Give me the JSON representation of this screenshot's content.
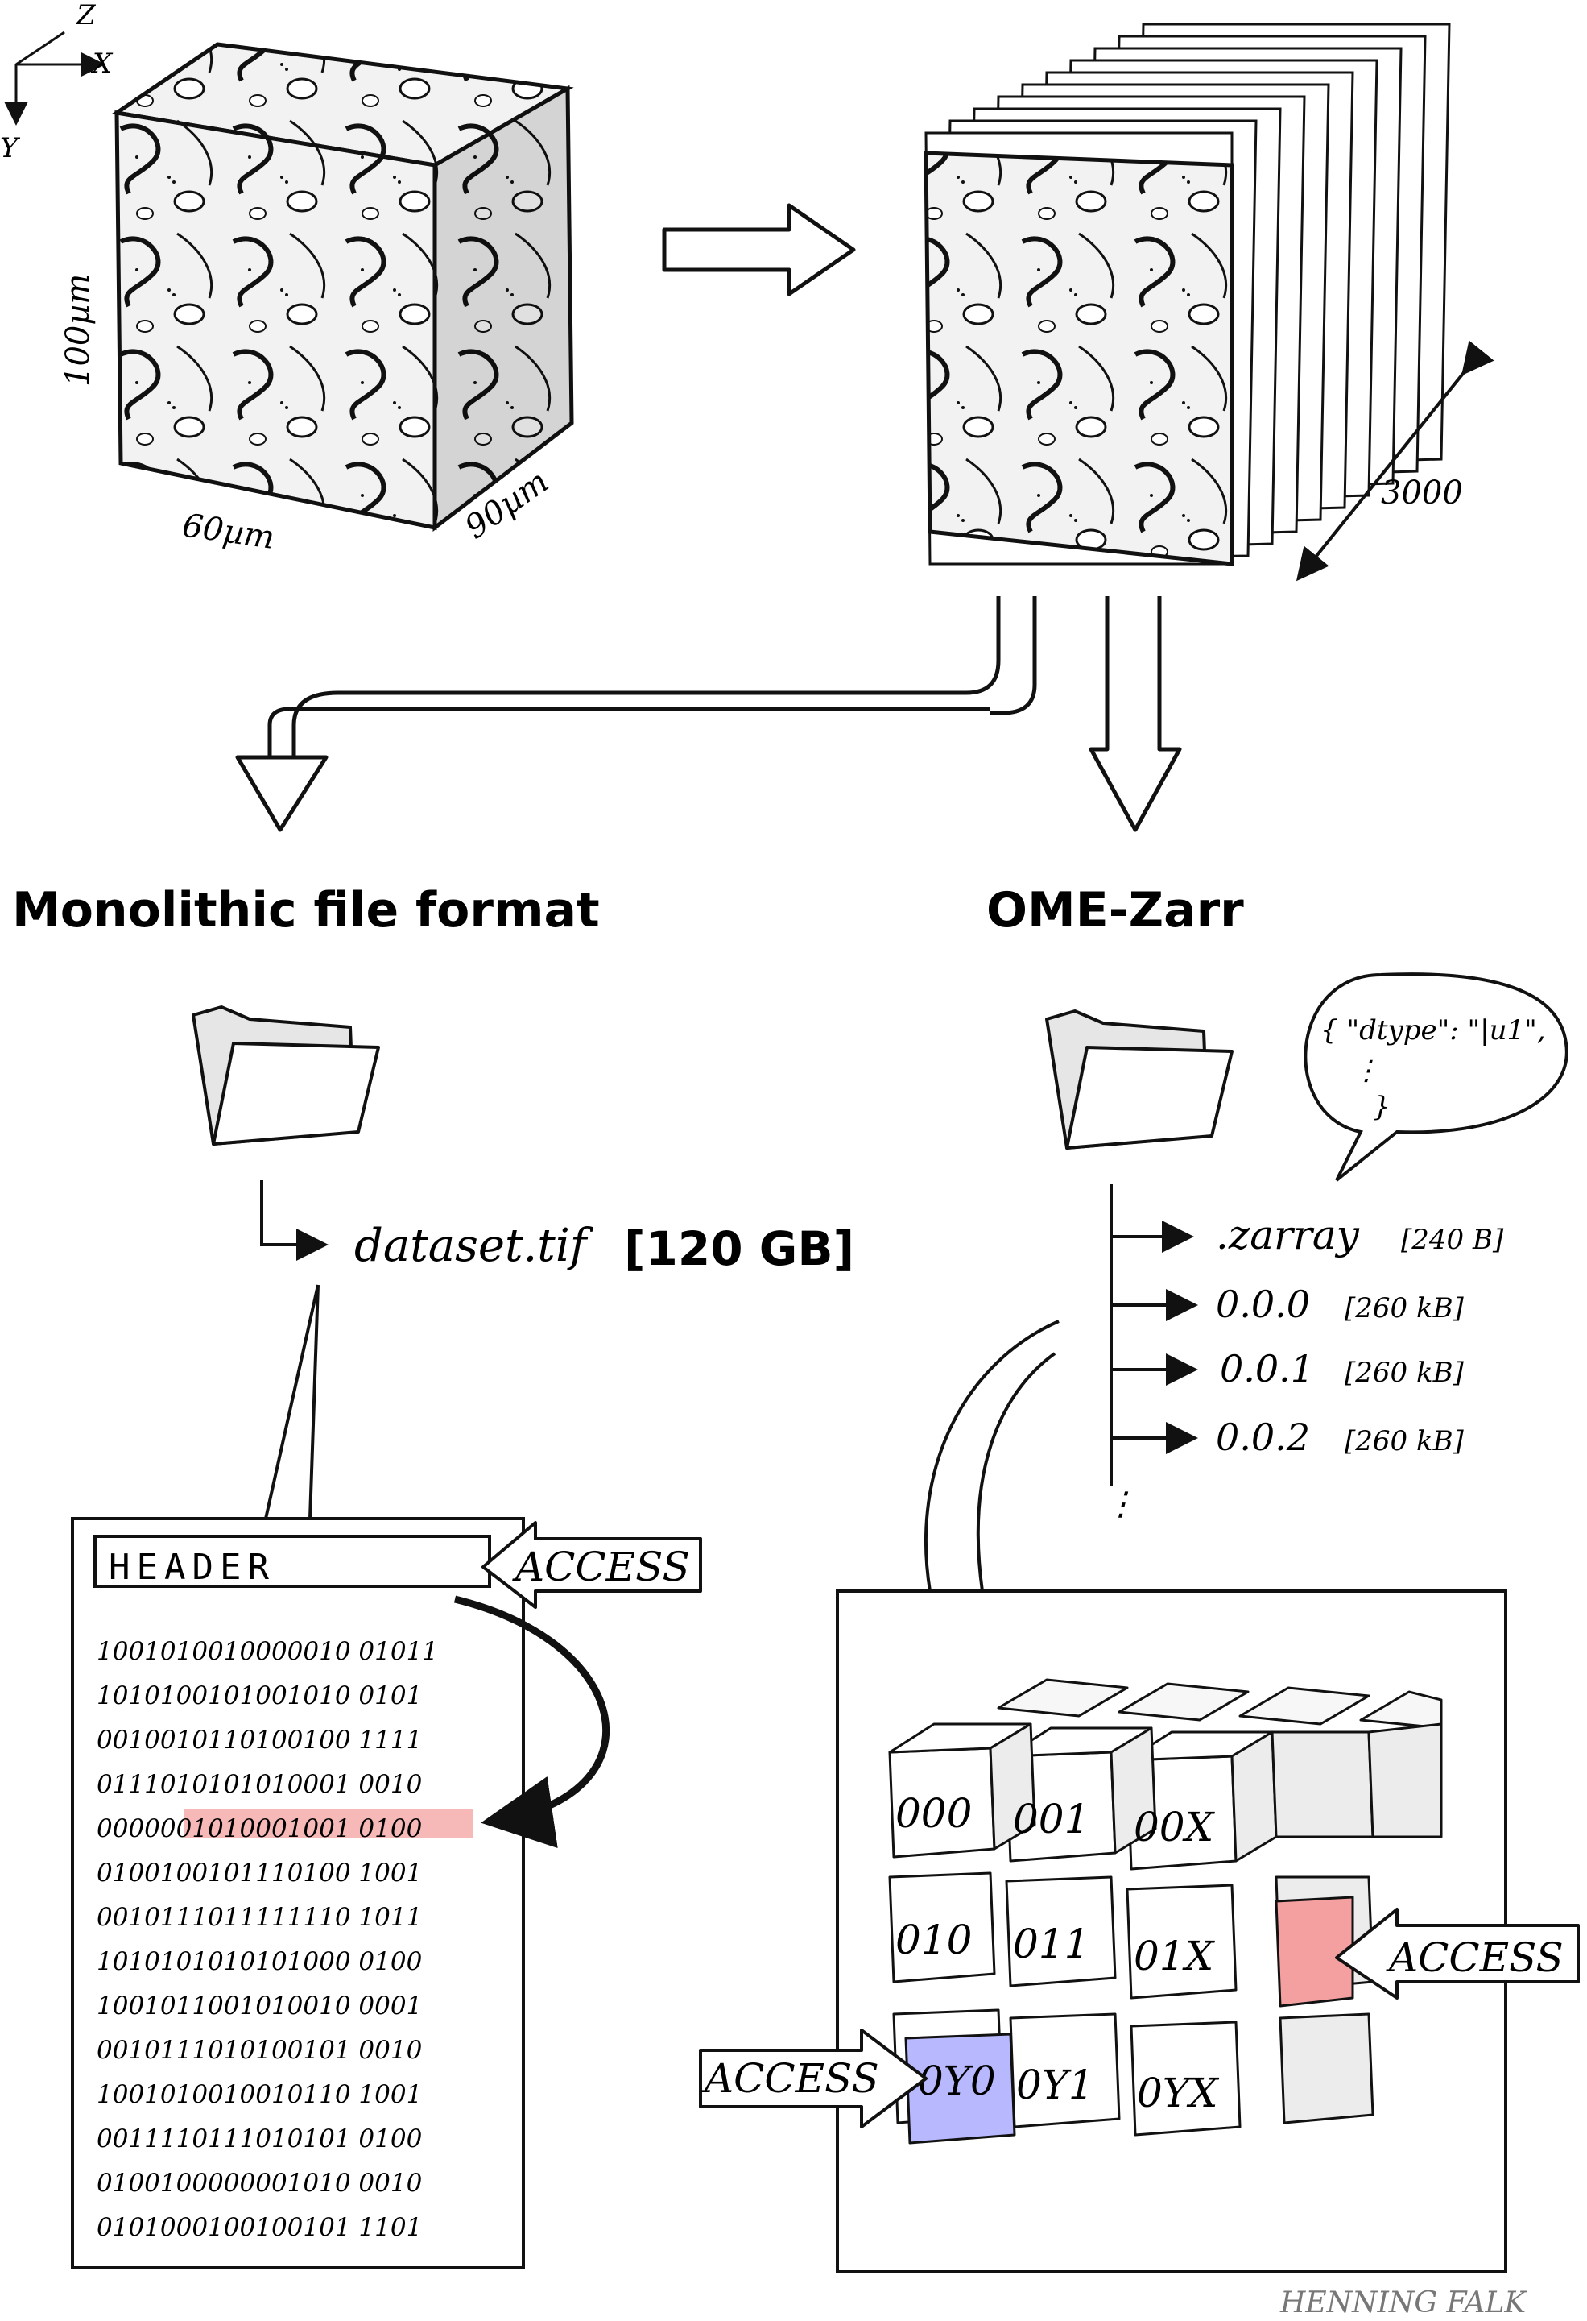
{
  "axes": {
    "z": "Z",
    "x": "X",
    "y": "Y"
  },
  "volume": {
    "height": "100µm",
    "width": "60µm",
    "depth": "90µm"
  },
  "stack": {
    "slices": "3000"
  },
  "monolithic": {
    "title": "Monolithic file format",
    "file_name": "dataset.tif",
    "file_size": "[120 GB]",
    "header_label": "HEADER",
    "access_label": "ACCESS",
    "binary_rows": [
      "1001010010000010 01011",
      "1010100101001010 0101",
      "0010010110100100 1111",
      "0111010101010001 0010",
      "0000001010001001 0100",
      "0100100101110100 1001",
      "0010111011111110 1011",
      "1010101010101000 0100",
      "1001011001010010 0001",
      "0010111010100101 0010",
      "1001010010010110 1001",
      "0011110111010101 0100",
      "0100100000001010 0010",
      "0101000100100101 1101"
    ]
  },
  "zarr": {
    "title": "OME-Zarr",
    "metadata_bubble": "{ \"dtype\": \"|u1\",",
    "metadata_dots": "⋮",
    "metadata_close": "}",
    "files": [
      {
        "name": ".zarray",
        "size": "[240 B]"
      },
      {
        "name": "0.0.0",
        "size": "[260 kB]"
      },
      {
        "name": "0.0.1",
        "size": "[260 kB]"
      },
      {
        "name": "0.0.2",
        "size": "[260 kB]"
      }
    ],
    "more": "⋮",
    "chunks": [
      "000",
      "001",
      "00X",
      "010",
      "011",
      "01X",
      "0Y0",
      "0Y1",
      "0YX"
    ],
    "access_right": "ACCESS",
    "access_left": "ACCESS"
  },
  "signature": "HENNING FALK",
  "colors": {
    "highlight_red": "#f4a0a0",
    "highlight_blue": "#b8b8ff",
    "ink": "#111111"
  }
}
